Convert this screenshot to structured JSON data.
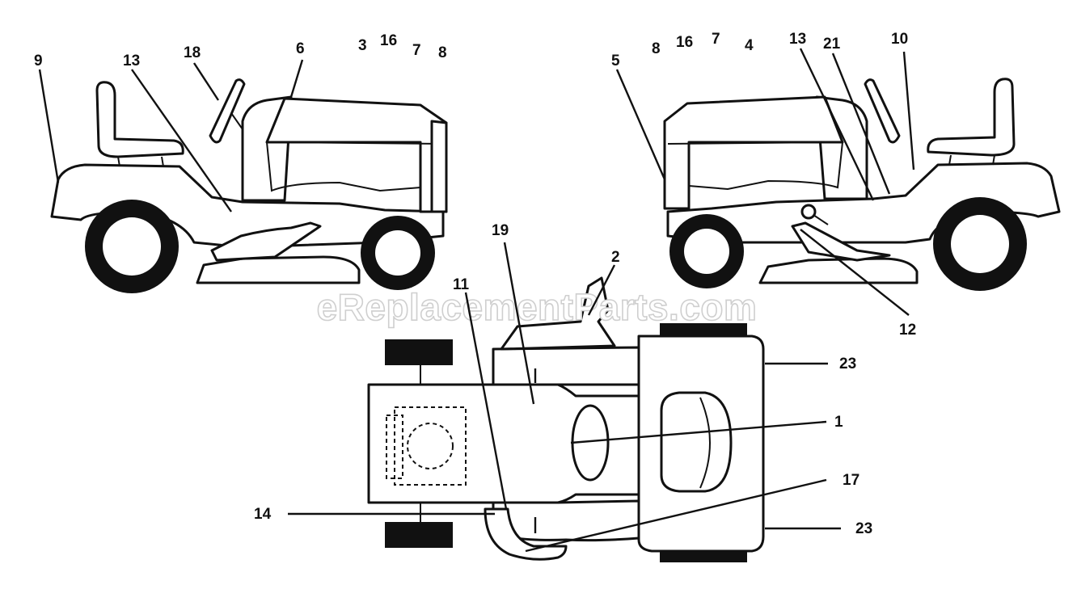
{
  "watermark": "eReplacementParts.com",
  "callouts": {
    "left_view": [
      "9",
      "13",
      "18",
      "6",
      "3",
      "16",
      "7",
      "8"
    ],
    "right_view": [
      "5",
      "8",
      "16",
      "7",
      "4",
      "13",
      "21",
      "10",
      "12"
    ],
    "top_view": [
      "19",
      "2",
      "11",
      "23",
      "1",
      "17",
      "14",
      "23"
    ]
  }
}
